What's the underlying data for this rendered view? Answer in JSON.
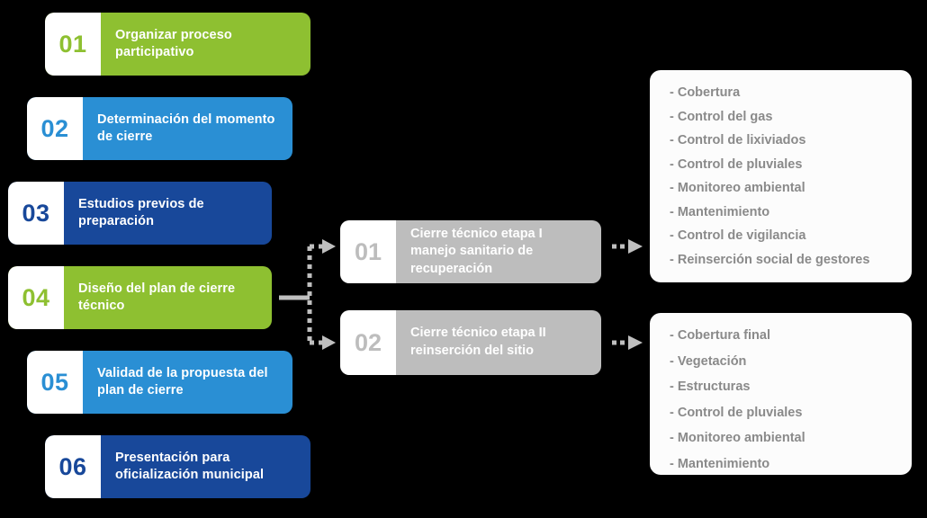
{
  "colors": {
    "background": "#000000",
    "green": "#8ec031",
    "blue_light": "#2a8fd4",
    "blue_dark": "#18489a",
    "grey": "#bdbdbd",
    "grey_text": "#8a8a8a",
    "white": "#ffffff",
    "connector": "#bfbfbf"
  },
  "steps": [
    {
      "number": "01",
      "label": "Organizar proceso participativo"
    },
    {
      "number": "02",
      "label": "Determinación del momento de cierre"
    },
    {
      "number": "03",
      "label": "Estudios previos de preparación"
    },
    {
      "number": "04",
      "label": "Diseño del plan de cierre técnico"
    },
    {
      "number": "05",
      "label": "Validad de la propuesta del plan de cierre"
    },
    {
      "number": "06",
      "label": "Presentación para oficialización municipal"
    }
  ],
  "stages": [
    {
      "number": "01",
      "label": "Cierre técnico etapa I manejo sanitario de recuperación"
    },
    {
      "number": "02",
      "label": "Cierre técnico etapa II reinserción del sitio"
    }
  ],
  "outcomes": [
    {
      "items": [
        "- Cobertura",
        "- Control del gas",
        "- Control de lixiviados",
        "- Control de pluviales",
        "- Monitoreo ambiental",
        "- Mantenimiento",
        "- Control de vigilancia",
        "- Reinserción social de gestores"
      ]
    },
    {
      "items": [
        "- Cobertura final",
        "- Vegetación",
        "- Estructuras",
        "- Control de pluviales",
        "- Monitoreo ambiental",
        "- Mantenimiento"
      ]
    }
  ]
}
